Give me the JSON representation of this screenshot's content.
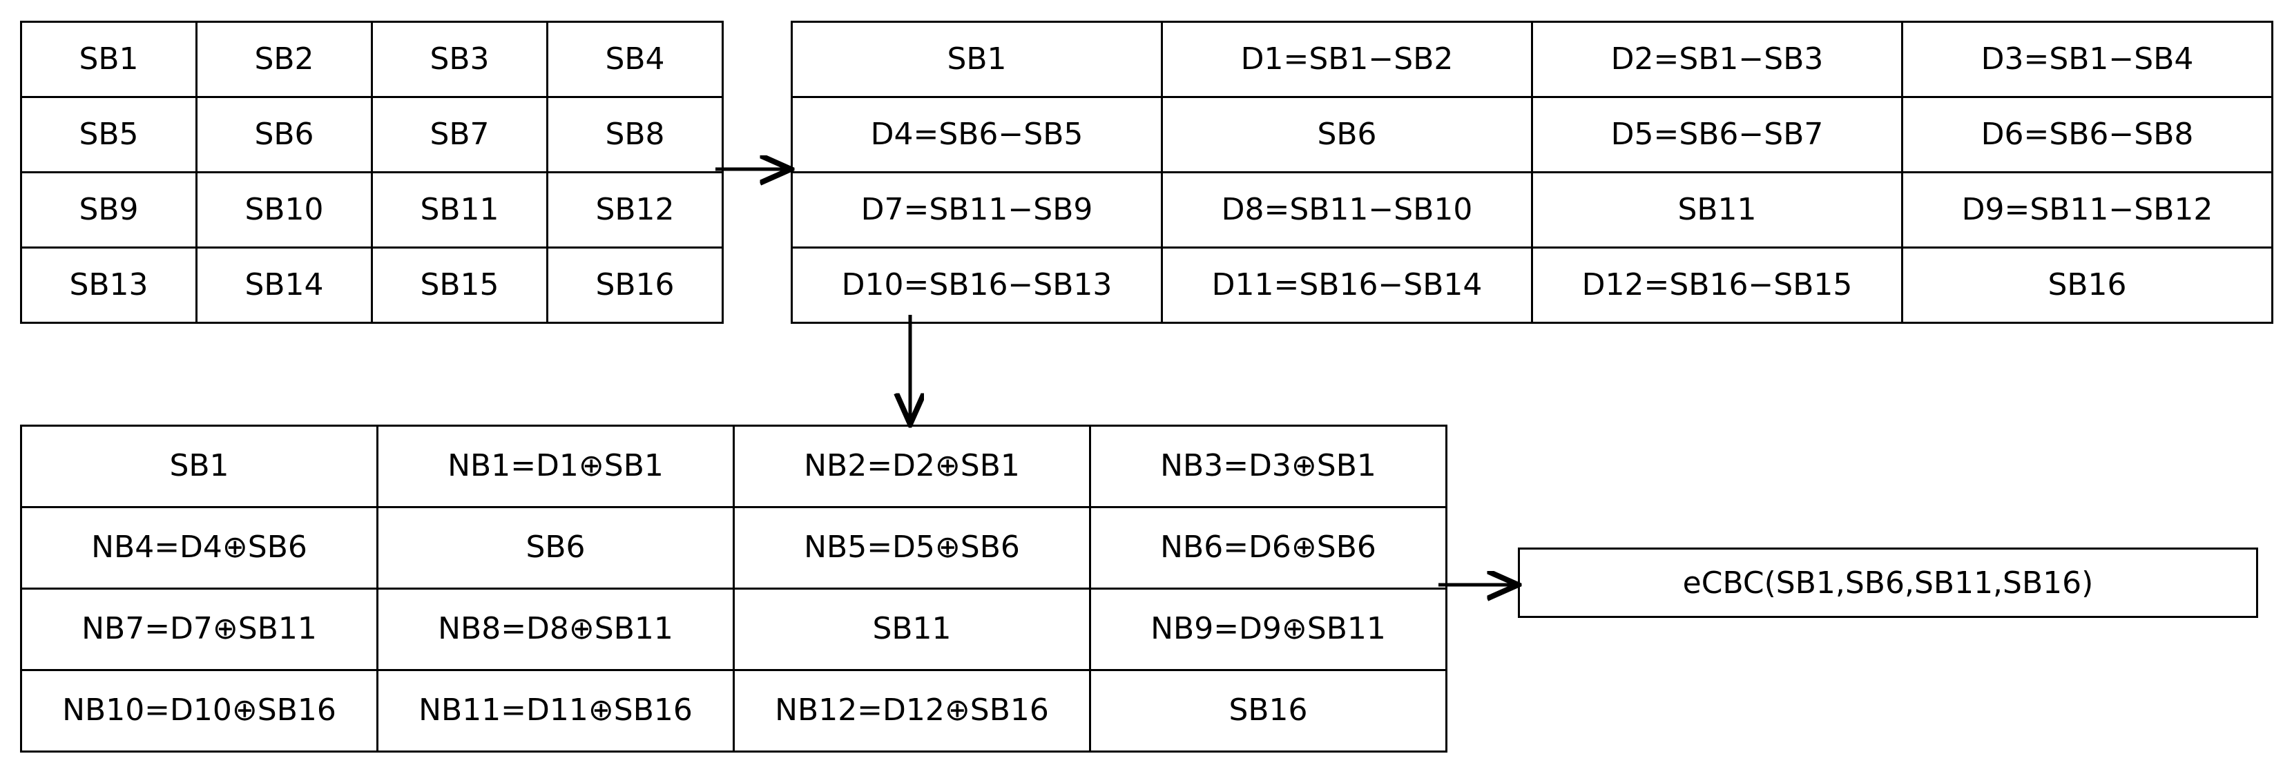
{
  "diagram": {
    "title": "eCBC block difference and XOR transformation flow",
    "stroke_color": "#000000",
    "background_color": "#ffffff"
  },
  "table_source": {
    "name": "source-block-grid",
    "rows": [
      [
        "SB1",
        "SB2",
        "SB3",
        "SB4"
      ],
      [
        "SB5",
        "SB6",
        "SB7",
        "SB8"
      ],
      [
        "SB9",
        "SB10",
        "SB11",
        "SB12"
      ],
      [
        "SB13",
        "SB14",
        "SB15",
        "SB16"
      ]
    ]
  },
  "table_difference": {
    "name": "difference-block-grid",
    "rows": [
      [
        "SB1",
        "D1=SB1−SB2",
        "D2=SB1−SB3",
        "D3=SB1−SB4"
      ],
      [
        "D4=SB6−SB5",
        "SB6",
        "D5=SB6−SB7",
        "D6=SB6−SB8"
      ],
      [
        "D7=SB11−SB9",
        "D8=SB11−SB10",
        "SB11",
        "D9=SB11−SB12"
      ],
      [
        "D10=SB16−SB13",
        "D11=SB16−SB14",
        "D12=SB16−SB15",
        "SB16"
      ]
    ]
  },
  "table_newblocks": {
    "name": "new-block-grid",
    "rows": [
      [
        "SB1",
        "NB1=D1⊕SB1",
        "NB2=D2⊕SB1",
        "NB3=D3⊕SB1"
      ],
      [
        "NB4=D4⊕SB6",
        "SB6",
        "NB5=D5⊕SB6",
        "NB6=D6⊕SB6"
      ],
      [
        "NB7=D7⊕SB11",
        "NB8=D8⊕SB11",
        "SB11",
        "NB9=D9⊕SB11"
      ],
      [
        "NB10=D10⊕SB16",
        "NB11=D11⊕SB16",
        "NB12=D12⊕SB16",
        "SB16"
      ]
    ]
  },
  "output": {
    "label": "eCBC(SB1,SB6,SB11,SB16)"
  },
  "arrows": [
    {
      "name": "arrow-source-to-difference",
      "direction": "right"
    },
    {
      "name": "arrow-difference-to-newblocks",
      "direction": "down"
    },
    {
      "name": "arrow-newblocks-to-output",
      "direction": "right"
    }
  ]
}
